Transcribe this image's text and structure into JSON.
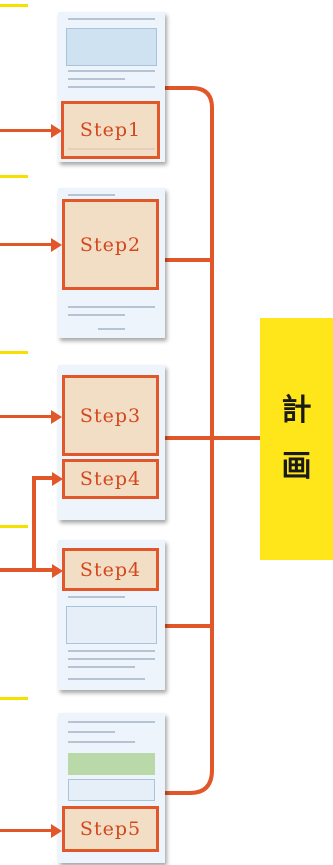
{
  "steps": {
    "s1": "Step1",
    "s2": "Step2",
    "s3": "Step3",
    "s4a": "Step4",
    "s4b": "Step4",
    "s5": "Step5"
  },
  "label": {
    "char1": "計",
    "char2": "画"
  },
  "colors": {
    "accent": "#e2572a",
    "highlight": "#ffe61a",
    "step_fill": "#f4d6b0",
    "page": "#eef4fb"
  }
}
